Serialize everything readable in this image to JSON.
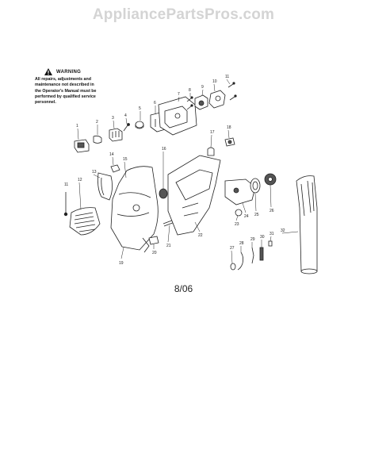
{
  "watermark": "AppliancePartsPros.com",
  "warning": {
    "title": "WARNING",
    "text": "All repairs, adjustments and\nmaintenance not described in\nthe Operator's Manual must be\nperformed by qualified service\npersonnel."
  },
  "callouts": [
    "1",
    "2",
    "3",
    "4",
    "5",
    "6",
    "7",
    "8",
    "9",
    "10",
    "11",
    "11",
    "12",
    "13",
    "14",
    "15",
    "16",
    "17",
    "18",
    "19",
    "20",
    "21",
    "22",
    "23",
    "24",
    "25",
    "26",
    "27",
    "28",
    "29",
    "30",
    "31",
    "32"
  ],
  "date_code": "8/06",
  "colors": {
    "watermark": "#d4d4d4",
    "line": "#222222",
    "ink": "#111111"
  }
}
